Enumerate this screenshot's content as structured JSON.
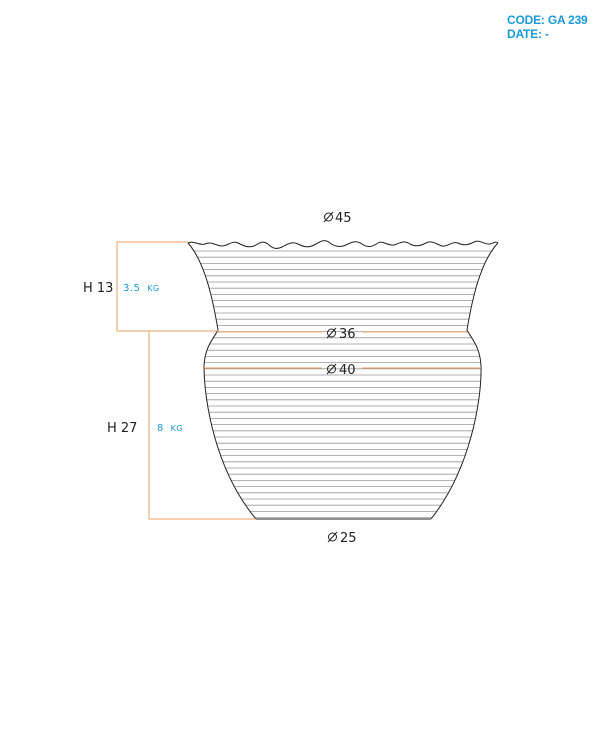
{
  "header": {
    "code_label": "CODE:",
    "code_value": "GA 239",
    "date_label": "DATE:",
    "date_value": "-"
  },
  "dimensions": {
    "top_diameter": "45",
    "neck_diameter": "36",
    "belly_diameter": "40",
    "base_diameter": "25",
    "upper_height": "H 13",
    "upper_weight_value": "3.5",
    "upper_weight_unit": "KG",
    "lower_height": "H 27",
    "lower_weight_value": "8",
    "lower_weight_unit": "KG"
  },
  "colors": {
    "accent_blue": "#1a9ad6",
    "dimension_orange": "#e8a060",
    "outline": "#222222",
    "hatch": "#999999"
  }
}
